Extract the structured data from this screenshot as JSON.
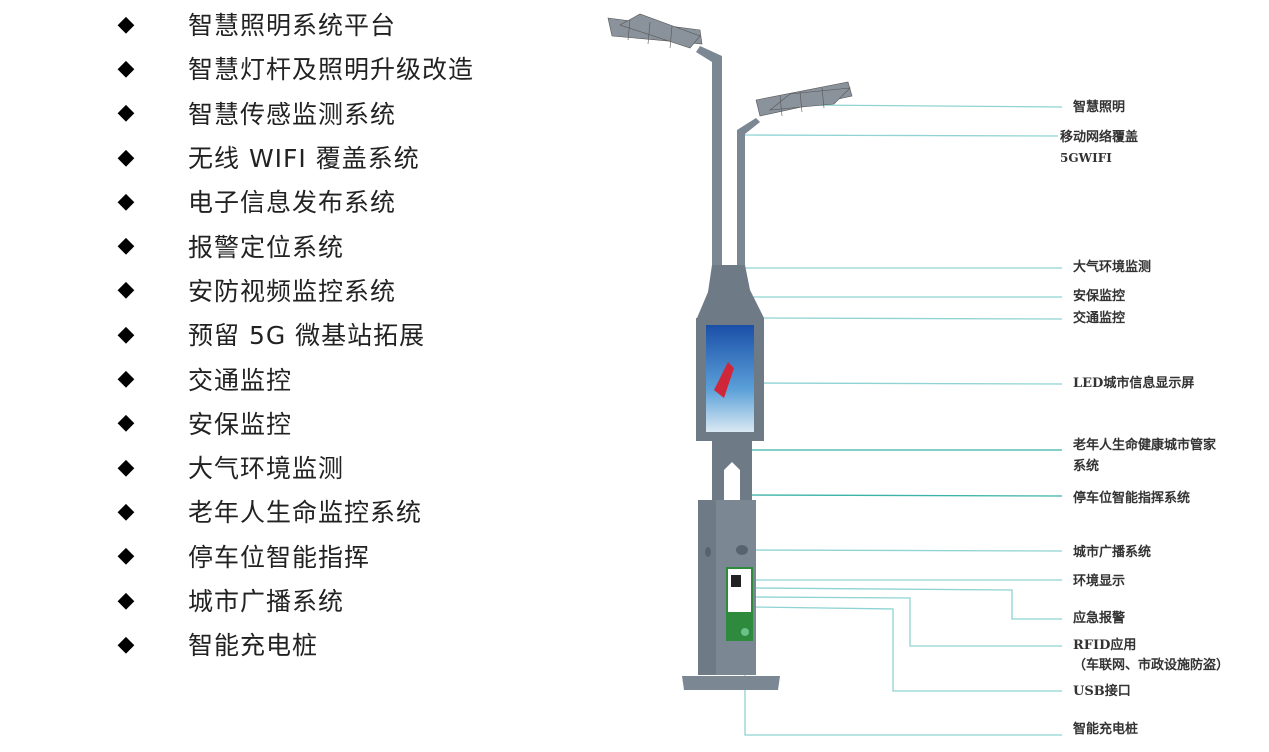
{
  "features": [
    "智慧照明系统平台",
    "智慧灯杆及照明升级改造",
    "智慧传感监测系统",
    "无线 WIFI 覆盖系统",
    "电子信息发布系统",
    "报警定位系统",
    "安防视频监控系统",
    "预留 5G 微基站拓展",
    "交通监控",
    "安保监控",
    "大气环境监测",
    "老年人生命监控系统",
    "停车位智能指挥",
    "城市广播系统",
    "智能充电桩"
  ],
  "bullet": "◆",
  "callouts": {
    "lighting": "智慧照明",
    "network": "移动网络覆盖",
    "network_sub": "5GWIFI",
    "air": "大气环境监测",
    "security": "安保监控",
    "traffic": "交通监控",
    "led": "LED城市信息显示屏",
    "elderly": "老年人生命健康城市管家",
    "elderly_sub": "系统",
    "parking": "停车位智能指挥系统",
    "broadcast": "城市广播系统",
    "env_display": "环境显示",
    "emergency": "应急报警",
    "rfid": "RFID应用",
    "rfid_sub": "（车联网、市政设施防盗）",
    "usb": "USB接口",
    "charging": "智能充电桩"
  },
  "colors": {
    "pole": "#7c8794",
    "line": "#8fd3d3",
    "panel": "#2e8b3e"
  }
}
